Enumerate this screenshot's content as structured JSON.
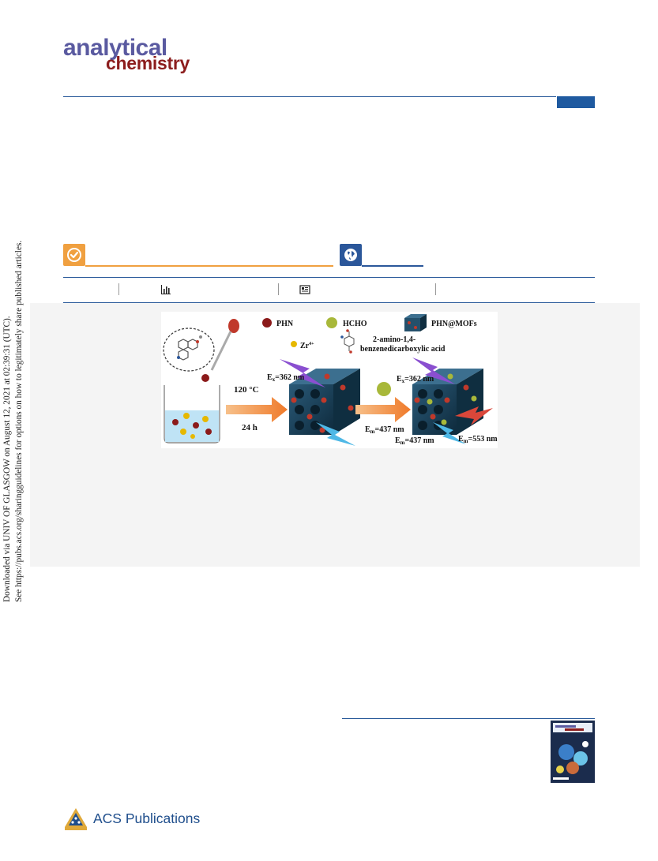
{
  "journal": {
    "name_line1": "analytical",
    "name_line2": "chemistry",
    "logo_colors": {
      "primary": "#5a5aa0",
      "secondary": "#8c1d1d"
    }
  },
  "side_note": {
    "line1": "Downloaded via UNIV OF GLASGOW on August 12, 2021 at 02:39:31 (UTC).",
    "line2": "See https://pubs.acs.org/sharingguidelines for options on how to legitimately share published articles."
  },
  "toc_graphic": {
    "legend": {
      "phn": "PHN",
      "hcho": "HCHO",
      "phn_mofs": "PHN@MOFs",
      "zr": "Zr",
      "zr_charge": "4+",
      "linker_line1": "2-amino-1,4-",
      "linker_line2": "benzenedicarboxylic acid"
    },
    "synthesis": {
      "temperature": "120 °C",
      "time": "24 h"
    },
    "labels": {
      "ex1_prefix": "E",
      "ex1_sub": "x",
      "ex1_value": "=362 nm",
      "em1_prefix": "E",
      "em1_sub": "m",
      "em1_value": "=437 nm",
      "ex2_prefix": "E",
      "ex2_sub": "x",
      "ex2_value": "=362 nm",
      "em2_prefix": "E",
      "em2_sub": "m",
      "em2_value": "=437 nm",
      "em3_prefix": "E",
      "em3_sub": "m",
      "em3_value": "=553 nm"
    }
  },
  "publisher": {
    "name": "ACS Publications"
  },
  "colors": {
    "accent_blue": "#2b579a",
    "access_orange": "#f0a040",
    "panel_gray": "#f4f4f4"
  },
  "icons": [
    "check-icon",
    "globe-icon",
    "bar-chart-icon",
    "article-icon",
    "acs-logo-icon"
  ]
}
